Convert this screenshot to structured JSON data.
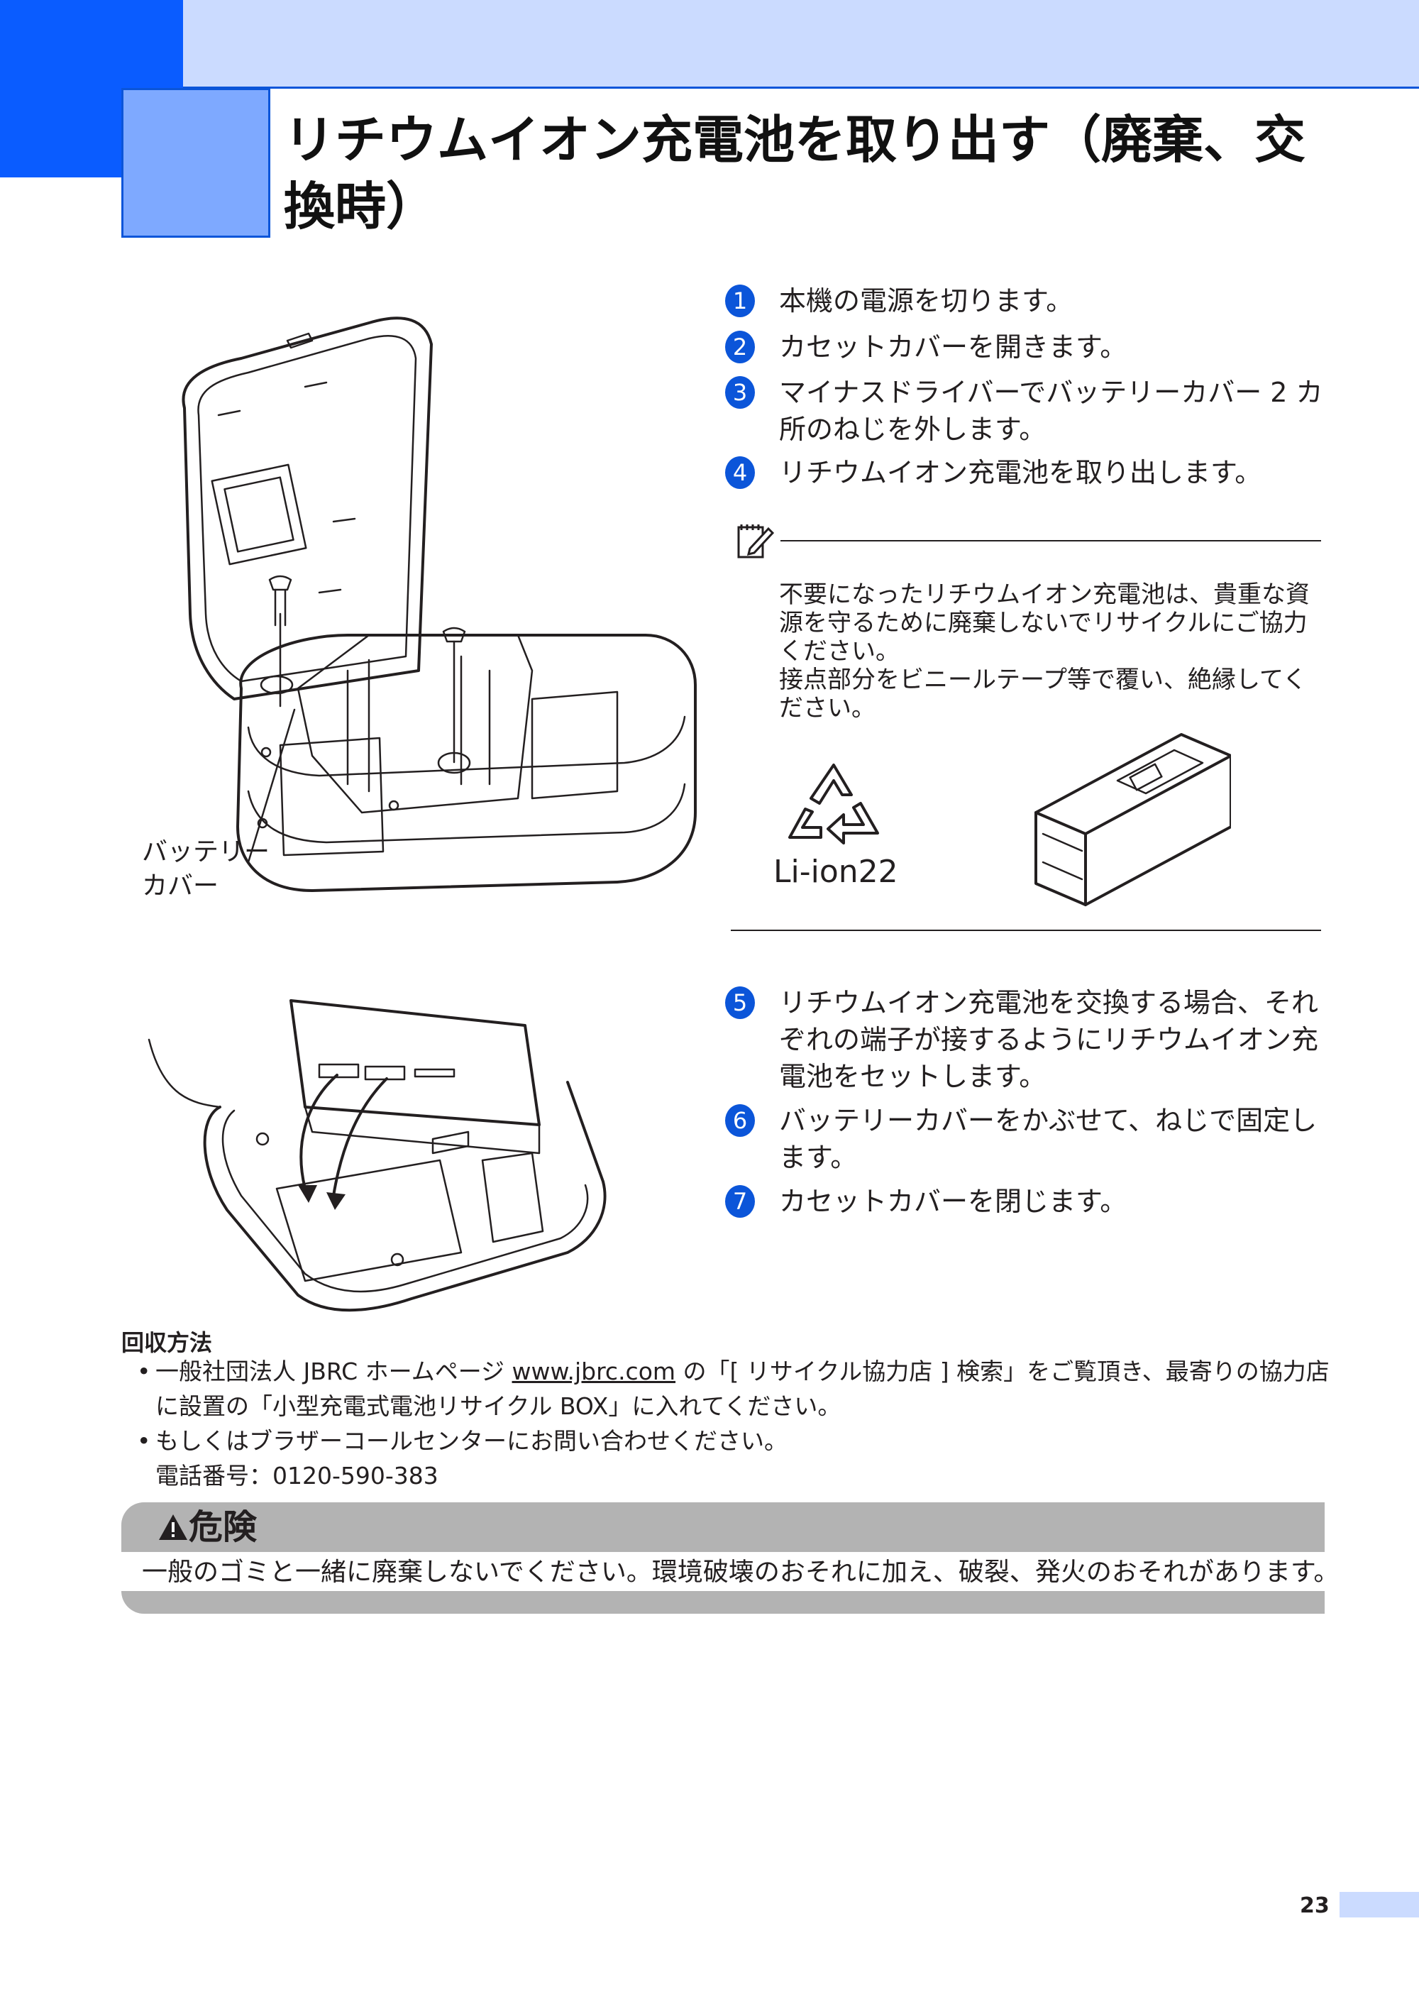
{
  "header": {
    "title": "リチウムイオン充電池を取り出す（廃棄、交換時）"
  },
  "steps_top": [
    {
      "num": "1",
      "text": "本機の電源を切ります。"
    },
    {
      "num": "2",
      "text": "カセットカバーを開きます。"
    },
    {
      "num": "3",
      "text": "マイナスドライバーでバッテリーカバー 2 カ所のねじを外します。"
    },
    {
      "num": "4",
      "text": "リチウムイオン充電池を取り出します。"
    }
  ],
  "note": {
    "icon": "memo-pencil-icon",
    "text1": "不要になったリチウムイオン充電池は、貴重な資源を守るために廃棄しないでリサイクルにご協力ください。",
    "text2": "接点部分をビニールテープ等で覆い、絶縁してください。",
    "recycle_label": "Li-ion22"
  },
  "figure1": {
    "callout": "バッテリーカバー"
  },
  "steps_bottom": [
    {
      "num": "5",
      "text": "リチウムイオン充電池を交換する場合、それぞれの端子が接するようにリチウムイオン充電池をセットします。"
    },
    {
      "num": "6",
      "text": "バッテリーカバーをかぶせて、ねじで固定します。"
    },
    {
      "num": "7",
      "text": "カセットカバーを閉じます。"
    }
  ],
  "recovery": {
    "heading": "回収方法",
    "bullet1_pre": "一般社団法人 JBRC ホームページ ",
    "bullet1_link": "www.jbrc.com",
    "bullet1_post": " の「[ リサイクル協力店 ] 検索」をご覧頂き、最寄りの協力店に設置の「小型充電式電池リサイクル BOX」に入れてください。",
    "bullet2": "もしくはブラザーコールセンターにお問い合わせください。",
    "phone": "電話番号：0120-590-383"
  },
  "danger": {
    "icon": "warning-triangle-icon",
    "label": "危険",
    "text": "一般のゴミと一緒に廃棄しないでください。環境破壊のおそれに加え、破裂、発火のおそれがあります。"
  },
  "footer": {
    "page_number": "23"
  },
  "colors": {
    "accent_blue": "#0a5cff",
    "light_blue": "#cbdbff",
    "danger_gray": "#b3b3b3"
  }
}
